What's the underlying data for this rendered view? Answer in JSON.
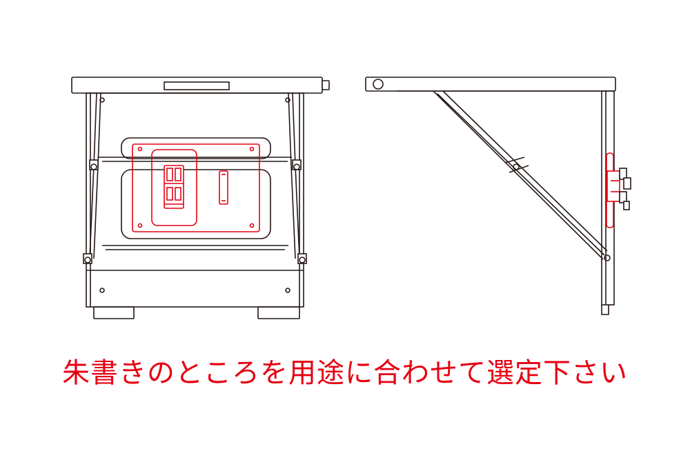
{
  "caption": {
    "text": "朱書きのところを用途に合わせて選定下さい",
    "color": "#e60012"
  },
  "colors": {
    "line": "#231815",
    "highlight": "#e60012",
    "background": "#ffffff"
  },
  "views": [
    "front-view",
    "side-view"
  ]
}
